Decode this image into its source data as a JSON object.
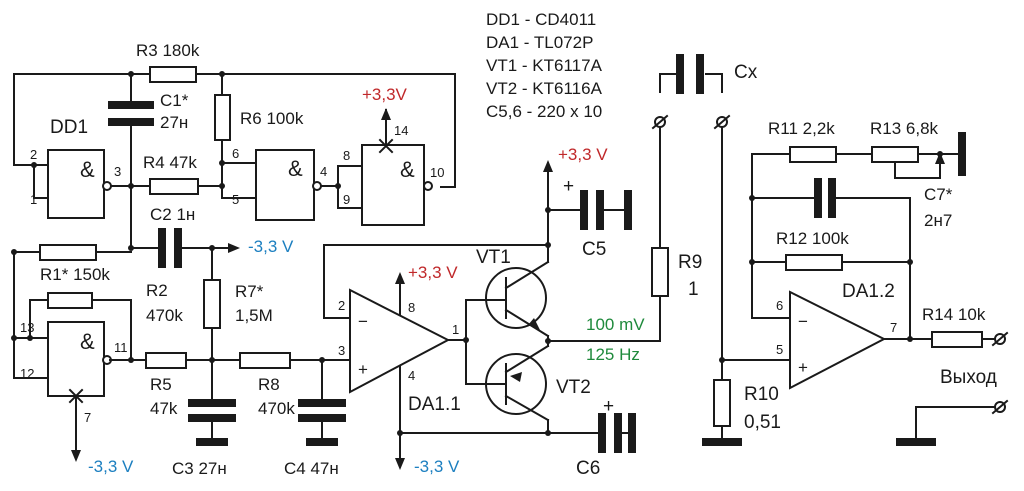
{
  "parts_list": {
    "dd1": "DD1 - CD4011",
    "da1": "DA1 - TL072P",
    "vt1": "VT1 - KT6117A",
    "vt2": "VT2 - KT6116A",
    "c56": "C5,6 - 220 x 10"
  },
  "labels": {
    "r3": "R3 180k",
    "c1": "C1*",
    "c1_val": "27н",
    "dd1": "DD1",
    "r6": "R6 100k",
    "plus33_top": "+3,3V",
    "pin14": "14",
    "r4": "R4 47k",
    "c2": "C2 1н",
    "minus33_mid": "-3,3 V",
    "r1": "R1* 150k",
    "r2": "R2",
    "r2_val": "470k",
    "r7": "R7*",
    "r7_val": "1,5M",
    "r5": "R5",
    "r5_val": "47k",
    "r8": "R8",
    "r8_val": "470k",
    "c3": "C3 27н",
    "c4": "C4 47н",
    "minus33_left": "-3,3 V",
    "pin7": "7",
    "plus33_op": "+3,3 V",
    "da11": "DA1.1",
    "minus33_op": "-3,3 V",
    "vt1": "VT1",
    "vt2": "VT2",
    "plus33_vt": "+3,3 V",
    "c5": "C5",
    "c6": "C6",
    "plus_c5": "+",
    "plus_c6": "+",
    "r9": "R9",
    "r9_val": "1",
    "level": "100 mV",
    "freq": "125 Hz",
    "cx": "Cx",
    "r11": "R11 2,2k",
    "r13": "R13 6,8k",
    "c7": "C7*",
    "c7_val": "2н7",
    "r12": "R12 100k",
    "da12": "DA1.2",
    "r14": "R14 10k",
    "out": "Выход",
    "r10": "R10",
    "r10_val": "0,51",
    "amp": "&",
    "minus": "−",
    "plus": "+"
  },
  "pins": {
    "p1": "1",
    "p2": "2",
    "p3": "3",
    "p4": "4",
    "p5": "5",
    "p6": "6",
    "p8": "8",
    "p9": "9",
    "p10": "10",
    "p11": "11",
    "p12": "12",
    "p13": "13",
    "op2": "2",
    "op3": "3",
    "op1": "1",
    "op4": "4",
    "op8": "8",
    "opb6": "6",
    "opb5": "5",
    "opb7": "7"
  },
  "colors": {
    "positive_rail": "#c0282a",
    "negative_rail": "#1c7fc0",
    "signal_annotation": "#1f8a3c"
  }
}
